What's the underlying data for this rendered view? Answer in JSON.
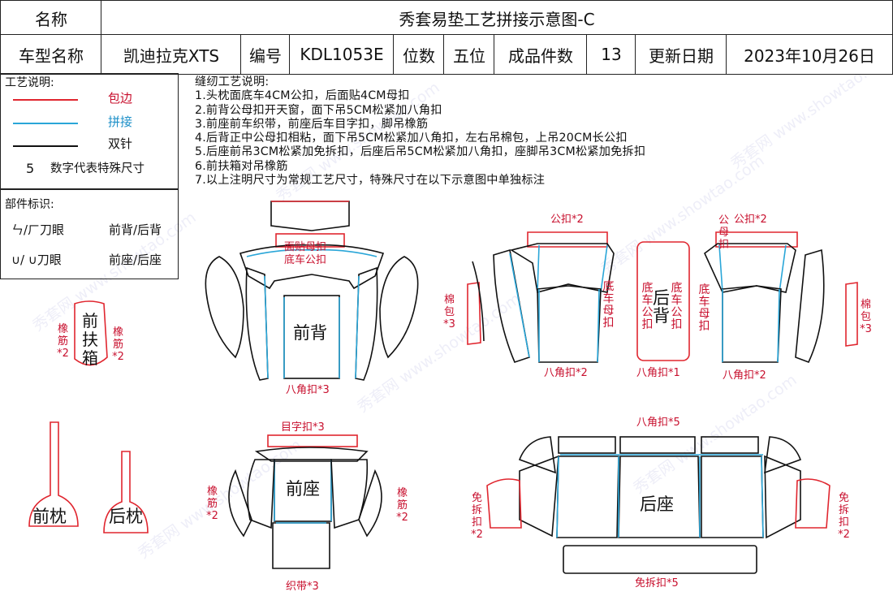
{
  "header": {
    "name_label": "名称",
    "title": "秀套易垫工艺拼接示意图-C",
    "model_label": "车型名称",
    "model_value": "凯迪拉克XTS",
    "code_label": "编号",
    "code_value": "KDL1053E",
    "seats_label": "位数",
    "seats_value": "五位",
    "count_label": "成品件数",
    "count_value": "13",
    "date_label": "更新日期",
    "date_value": "2023年10月26日"
  },
  "legend": {
    "title": "工艺说明:",
    "items": [
      {
        "label": "包边",
        "color": "#e0262f"
      },
      {
        "label": "拼接",
        "color": "#2aa6d8"
      },
      {
        "label": "双针",
        "color": "#111111"
      }
    ],
    "num_sample": "5",
    "num_text": "数字代表特殊尺寸"
  },
  "parts_legend": {
    "title": "部件标识:",
    "row1_symbol": "ㄣ/ㄏ刀眼",
    "row1_text": "前背/后背",
    "row2_symbol": "∪/ ∪刀眼",
    "row2_text": "前座/后座"
  },
  "process": {
    "title": "缝纫工艺说明:",
    "steps": [
      "1.头枕面底车4CM公扣，后面贴4CM母扣",
      "2.前背公母扣开天窗，面下吊5CM松紧加八角扣",
      "3.前座前车织带，前座后车目字扣，脚吊橡筋",
      "4.后背正中公母扣相粘，面下吊5CM松紧加八角扣，左右吊棉包，上吊20CM长公扣",
      "5.后座前吊3CM松紧加免拆扣，后座后吊5CM松紧加八角扣，座脚吊3CM松紧加免拆扣",
      "6.前扶箱对吊橡筋",
      "7.以上注明尺寸为常规工艺尺寸，特殊尺寸在以下示意图中单独标注"
    ]
  },
  "parts": {
    "front_back": "前背",
    "front_back_top_1": "面贴母扣",
    "front_back_top_2": "底车公扣",
    "front_back_bottom": "八角扣*3",
    "rear_back_left_top": "公扣*2",
    "rear_back_right_top": "公扣*2",
    "rear_back_right_top_v": "公母扣",
    "rear_back_cotton_left": "棉包*3",
    "rear_back_cotton_right": "棉包*3",
    "rear_back_left_side": "底车母扣",
    "rear_back_center": "后背",
    "rear_back_center_l": "底车公扣",
    "rear_back_center_r": "底车公扣",
    "rear_back_right_side": "底车母扣",
    "rear_back_bottom_left": "八角扣*2",
    "rear_back_bottom_center": "八角扣*1",
    "rear_back_bottom_right": "八角扣*2",
    "armrest": "前扶箱",
    "armrest_left": "橡筋*2",
    "armrest_right": "橡筋*2",
    "front_seat": "前座",
    "front_seat_top": "目字扣*3",
    "front_seat_bottom": "织带*3",
    "front_seat_left": "橡筋*2",
    "front_seat_right": "橡筋*2",
    "front_headrest": "前枕",
    "rear_headrest": "后枕",
    "rear_seat": "后座",
    "rear_seat_top": "八角扣*5",
    "rear_seat_bottom": "免拆扣*5",
    "rear_seat_left": "免拆扣*2",
    "rear_seat_right": "免拆扣*2"
  },
  "watermark": {
    "text": "秀套网 www.showtao.com"
  }
}
